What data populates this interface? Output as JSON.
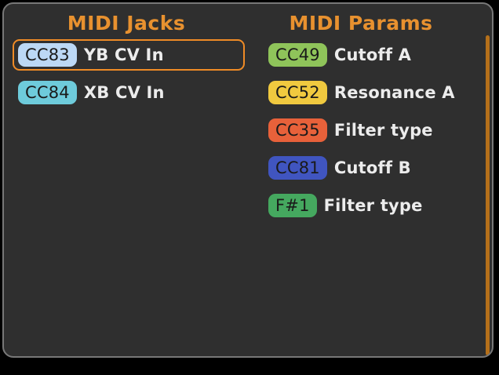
{
  "panel": {
    "background": "#2f2f2f",
    "border_color": "#787878",
    "accent": "#e8912f"
  },
  "columns": [
    {
      "name": "midi-jacks",
      "header": "MIDI Jacks",
      "rows": [
        {
          "badge": "CC83",
          "label": "YB CV In",
          "badge_color": "#bcd8f5",
          "selected": true
        },
        {
          "badge": "CC84",
          "label": "XB CV In",
          "badge_color": "#6ecbdb",
          "selected": false
        }
      ]
    },
    {
      "name": "midi-params",
      "header": "MIDI Params",
      "rows": [
        {
          "badge": "CC49",
          "label": "Cutoff A",
          "badge_color": "#8fc45a",
          "selected": false
        },
        {
          "badge": "CC52",
          "label": "Resonance A",
          "badge_color": "#f0c93f",
          "selected": false
        },
        {
          "badge": "CC35",
          "label": "Filter type",
          "badge_color": "#e8613a",
          "selected": false
        },
        {
          "badge": "CC81",
          "label": "Cutoff B",
          "badge_color": "#4055c0",
          "selected": false
        },
        {
          "badge": "F#1",
          "label": "Filter type",
          "badge_color": "#45a85f",
          "selected": false
        }
      ]
    }
  ],
  "scrollbar": {
    "color": "#b5701a",
    "orientation": "vertical"
  }
}
